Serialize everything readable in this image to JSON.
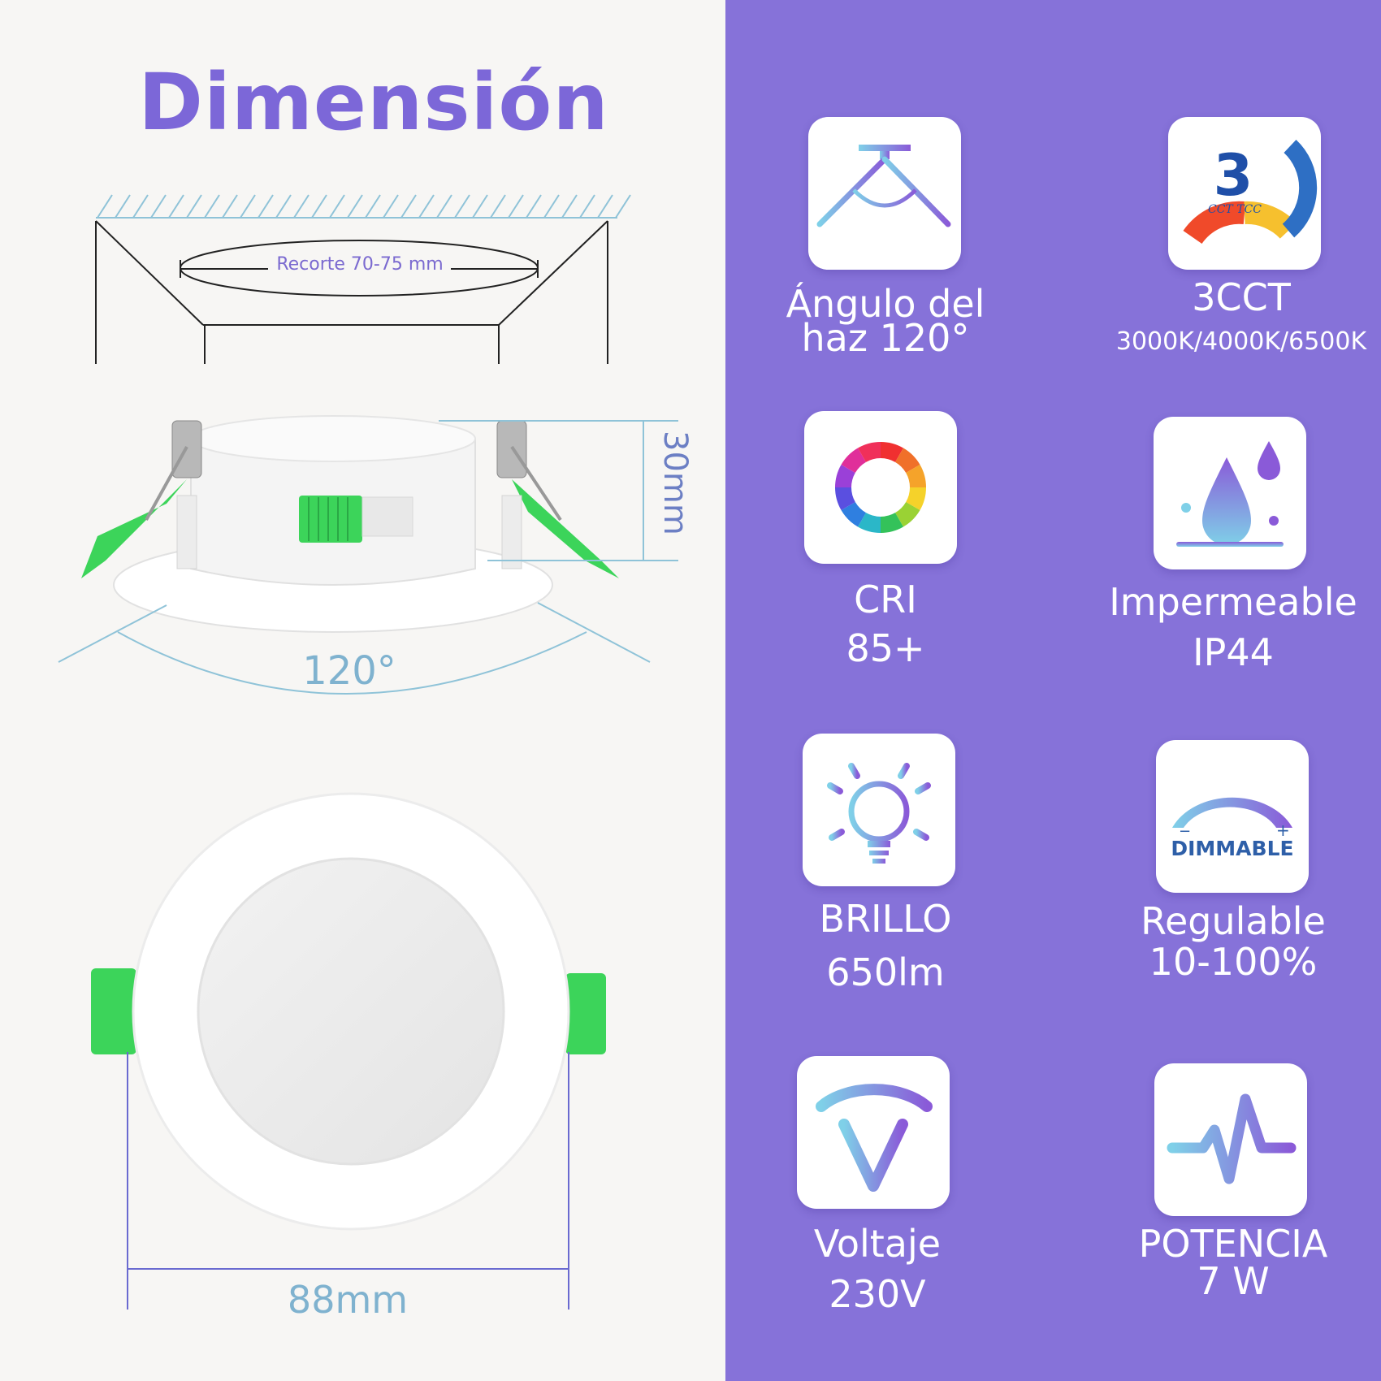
{
  "title": "Dimensión",
  "diagram": {
    "cutout_label": "Recorte 70-75 mm",
    "height_label": "30mm",
    "angle_label": "120°",
    "width_label": "88mm"
  },
  "features": [
    {
      "line1": "Ángulo del",
      "line2": "haz 120°"
    },
    {
      "line1": "3CCT",
      "line2": "3000K/4000K/6500K"
    },
    {
      "line1": "CRI",
      "line2": "85+"
    },
    {
      "line1": "Impermeable",
      "line2": "IP44"
    },
    {
      "line1": "BRILLO",
      "line2": "650lm"
    },
    {
      "line1": "Regulable",
      "line2": "10-100%"
    },
    {
      "line1": "Voltaje",
      "line2": "230V"
    },
    {
      "line1": "POTENCIA",
      "line2": "7 W"
    }
  ],
  "badges": {
    "cct_number": "3",
    "cct_text": "CCT TCC",
    "dimmable": "DIMMABLE",
    "minus": "−",
    "plus": "+"
  },
  "icons": [
    "beam-angle-icon",
    "cct-gauge-icon",
    "color-ring-icon",
    "water-drop-icon",
    "light-bulb-icon",
    "dimmable-arc-icon",
    "voltage-icon",
    "power-pulse-icon"
  ],
  "colors": {
    "panel": "#8672d9",
    "title": "#7c67d8",
    "clip_green": "#3cd45a",
    "dim_blue": "#7fb2cf"
  }
}
